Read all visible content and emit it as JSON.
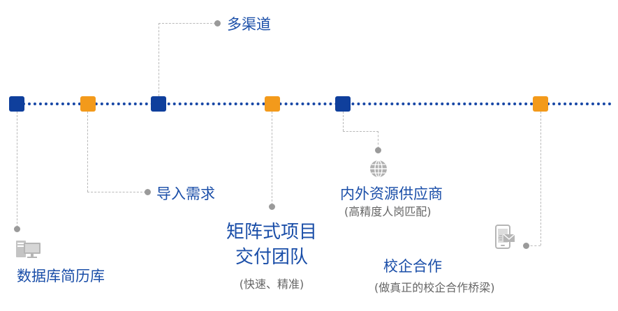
{
  "colors": {
    "blue": "#0f3f9c",
    "orange": "#f39a1b",
    "label_blue": "#1a4ea8",
    "connector_gray": "#b8b8b8",
    "dot_gray": "#9a9a9a"
  },
  "nodes": [
    {
      "color": "blue"
    },
    {
      "color": "orange"
    },
    {
      "color": "blue"
    },
    {
      "color": "orange"
    },
    {
      "color": "blue"
    },
    {
      "color": "orange"
    }
  ],
  "labels": {
    "multi_channel": "多渠道",
    "import_demand": "导入需求",
    "matrix_line1": "矩阵式项目",
    "matrix_line2": "交付团队",
    "matrix_sub": "(快速、精准)",
    "supplier": "内外资源供应商",
    "supplier_sub": "(高精度人岗匹配)",
    "school": "校企合作",
    "school_sub": "(做真正的校企合作桥梁)",
    "database": "数据库简历库"
  },
  "icons": [
    "computer-icon",
    "globe-icon",
    "phone-mail-icon"
  ]
}
